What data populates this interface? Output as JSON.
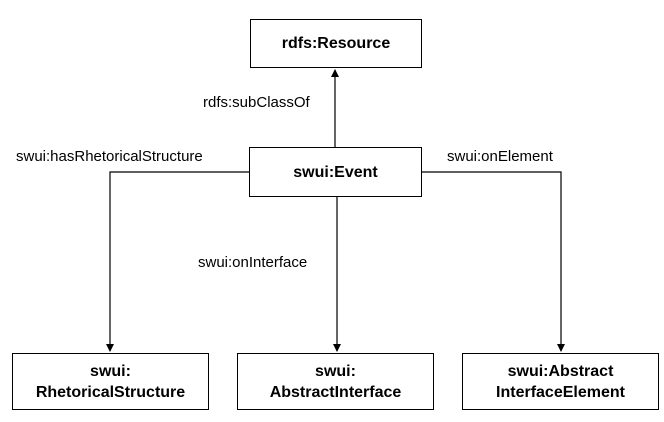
{
  "nodes": {
    "resource": {
      "lines": [
        "rdfs:Resource"
      ]
    },
    "event": {
      "lines": [
        "swui:Event"
      ]
    },
    "rhetorical": {
      "lines": [
        "swui:",
        "RhetoricalStructure"
      ]
    },
    "interface": {
      "lines": [
        "swui:",
        "AbstractInterface"
      ]
    },
    "element": {
      "lines": [
        "swui:Abstract",
        "InterfaceElement"
      ]
    }
  },
  "edges": {
    "subclass": {
      "label": "rdfs:subClassOf",
      "from": "event",
      "to": "resource"
    },
    "rhetorical": {
      "label": "swui:hasRhetoricalStructure",
      "from": "event",
      "to": "rhetorical"
    },
    "interface": {
      "label": "swui:onInterface",
      "from": "event",
      "to": "interface"
    },
    "element": {
      "label": "swui:onElement",
      "from": "event",
      "to": "element"
    }
  }
}
